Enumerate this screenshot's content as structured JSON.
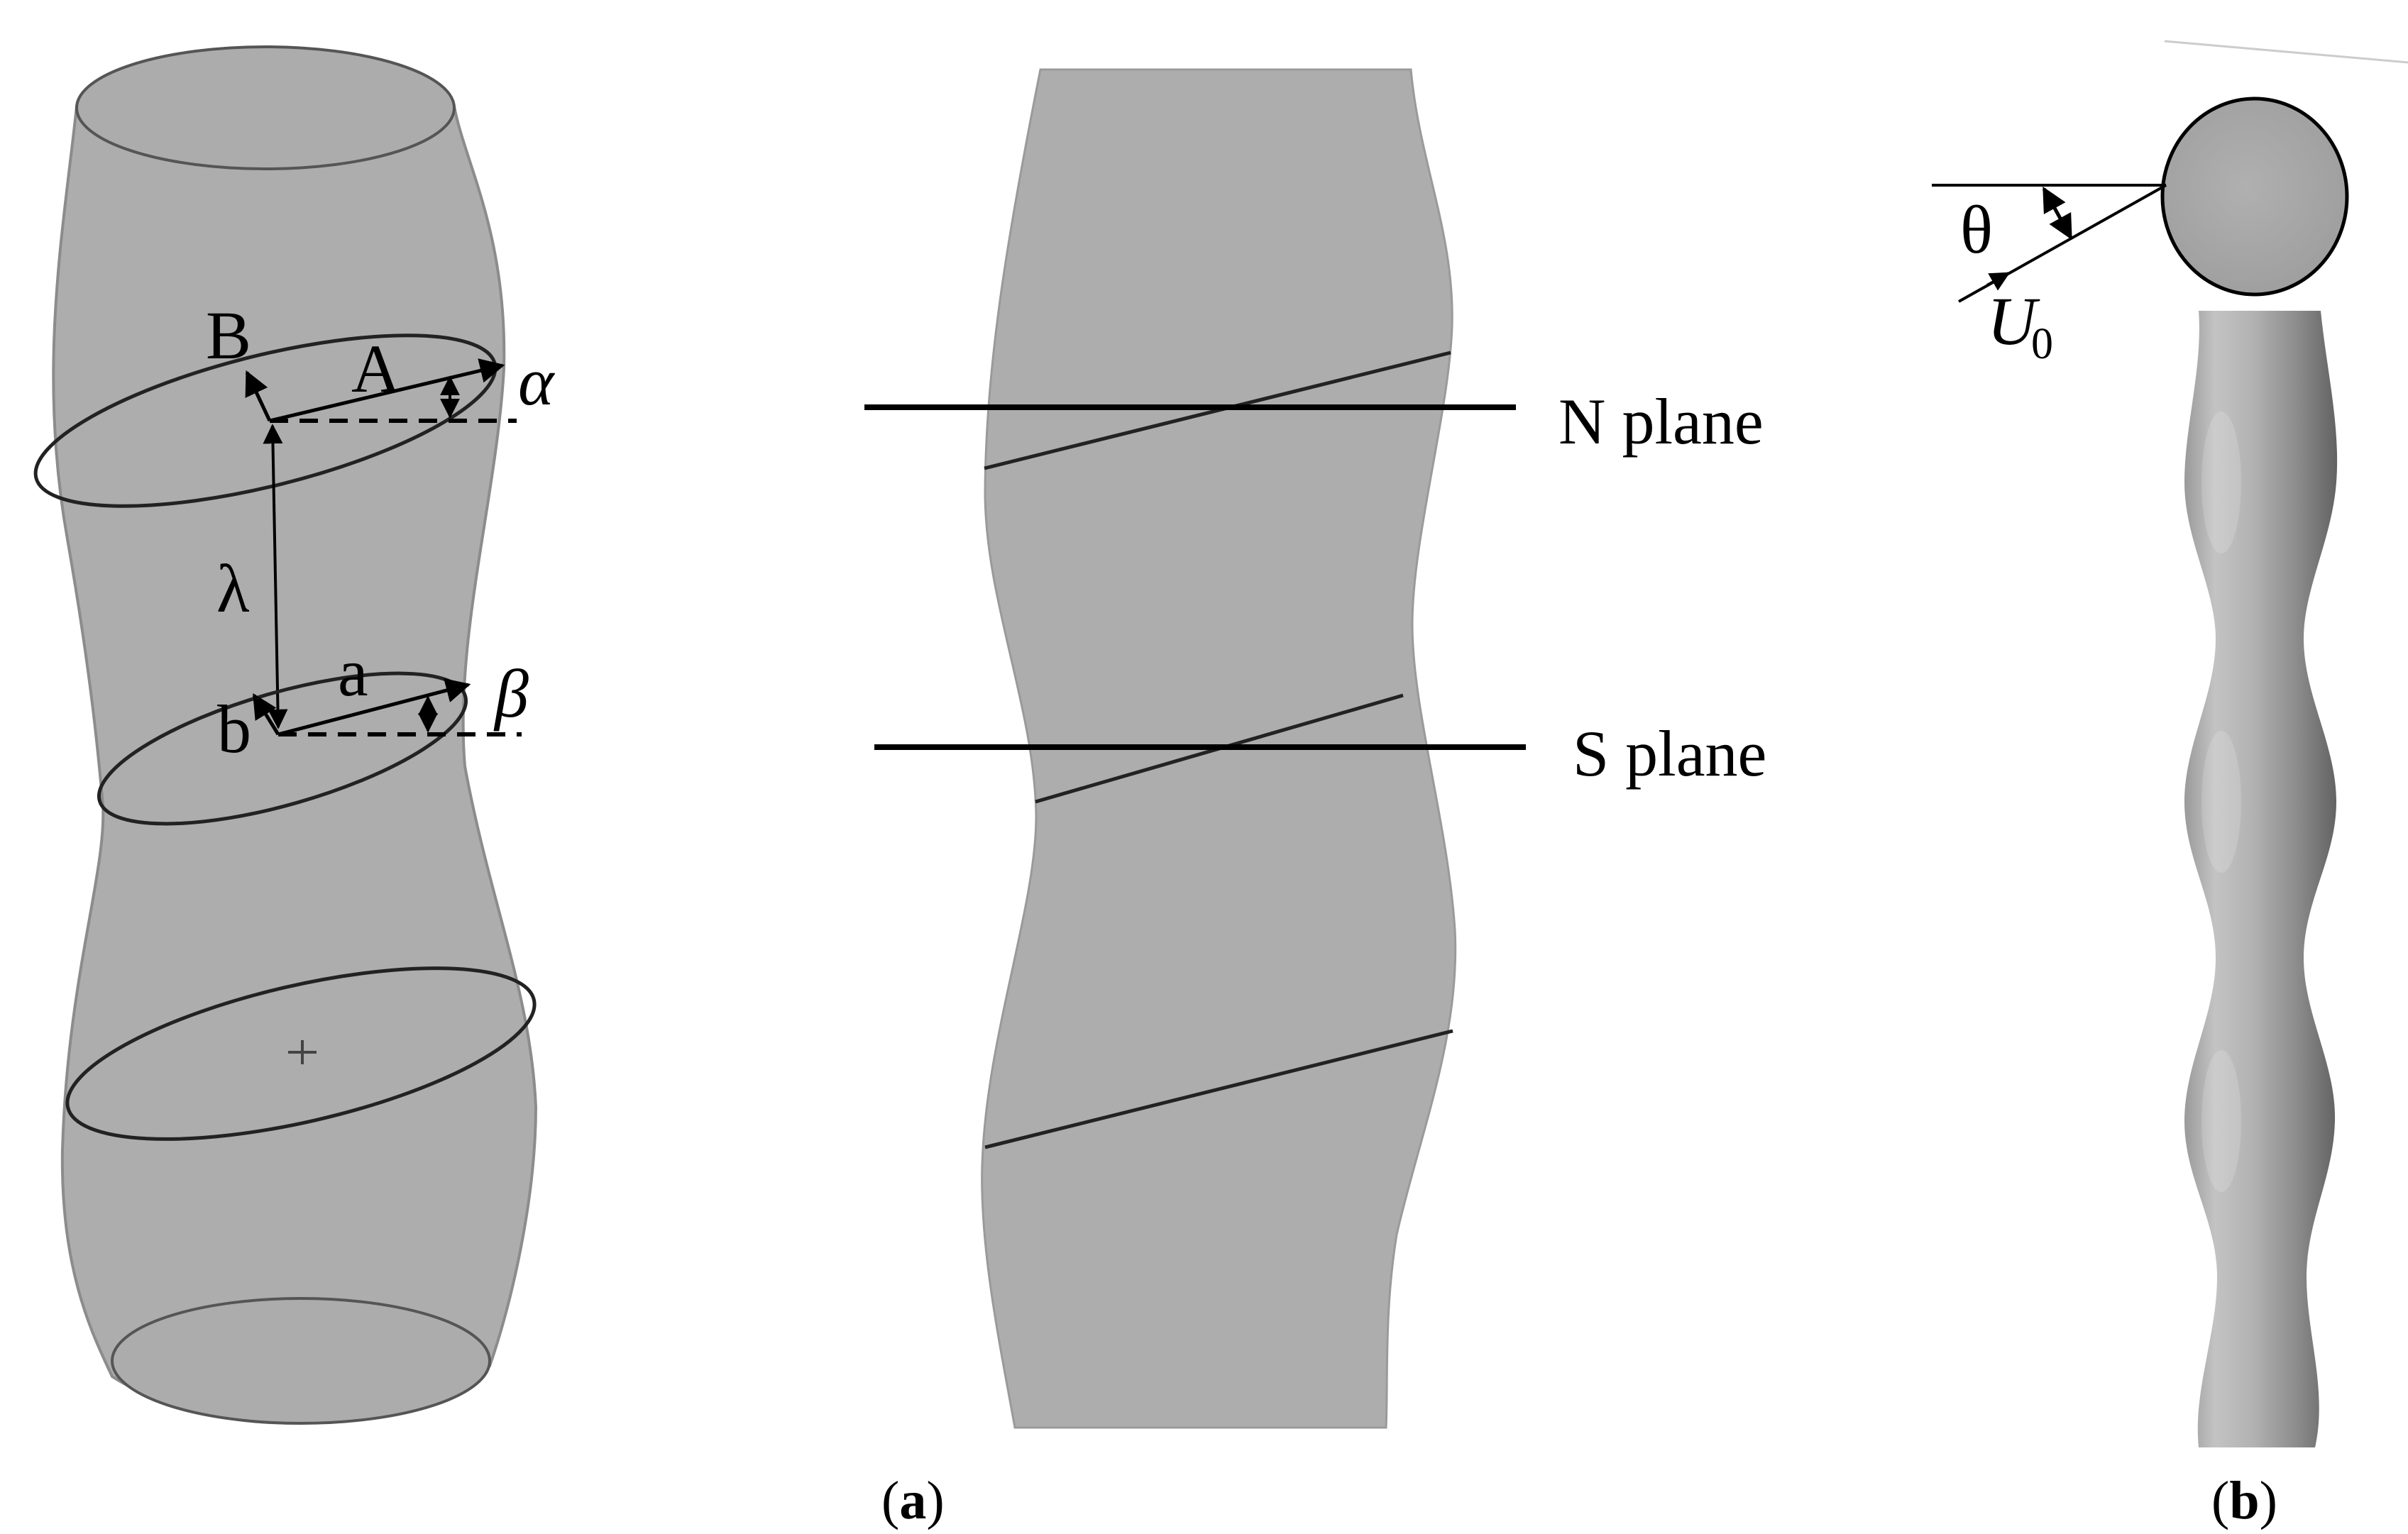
{
  "labels": {
    "A": "A",
    "B": "B",
    "alpha": "α",
    "lambda": "λ",
    "a": "a",
    "b": "b",
    "beta": "β",
    "n_plane": "N plane",
    "s_plane": "S plane",
    "theta": "θ",
    "u0_main": "U",
    "u0_sub": "0"
  },
  "captions": {
    "a_open": "(",
    "a_letter": "a",
    "a_close": ")",
    "b_open": "(",
    "b_letter": "b",
    "b_close": ")"
  },
  "colors": {
    "body_fill": "#adadad",
    "body_stroke": "#8c8c8c",
    "line": "#000000",
    "cylinder_light": "#b4b4b4",
    "cylinder_dark": "#6a6a6a"
  }
}
